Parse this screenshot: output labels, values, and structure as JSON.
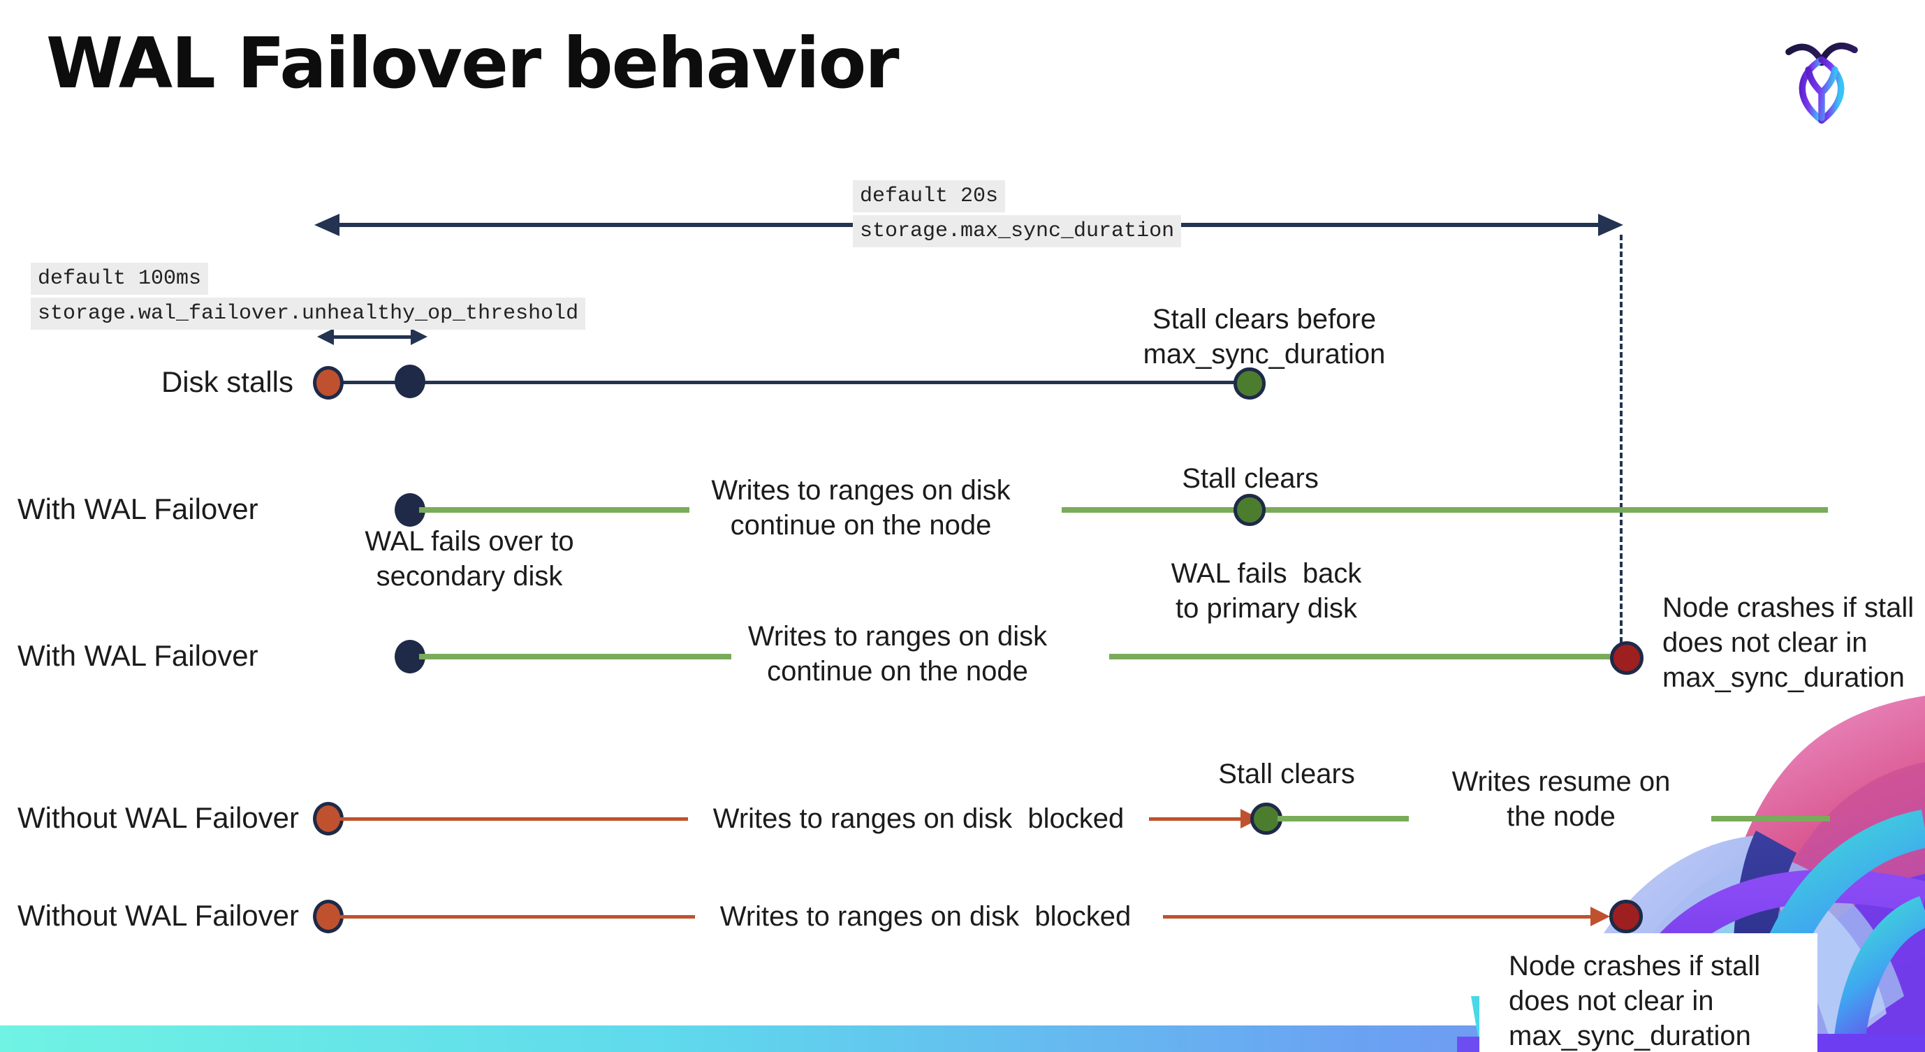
{
  "slide": {
    "title": "WAL Failover behavior"
  },
  "icons": {
    "logo": "cockroachdb-logo"
  },
  "colors": {
    "navy": "#233351",
    "navy_dot": "#1e2a47",
    "red": "#c0512e",
    "dark_red": "#9e1f1f",
    "green_line": "#7aab5a",
    "green_dot": "#4c7d2e",
    "chip_bg": "#ececec",
    "bar_gradient_left": "#6ff3e3",
    "bar_gradient_right": "#7b86f4"
  },
  "callouts": {
    "max_sync_duration": {
      "default_label": "default 20s",
      "setting": "storage.max_sync_duration"
    },
    "unhealthy_op_threshold": {
      "default_label": "default 100ms",
      "setting": "storage.wal_failover.unhealthy_op_threshold"
    }
  },
  "rows": {
    "disk_stalls": {
      "label": "Disk stalls",
      "stall_clears": "Stall clears before\nmax_sync_duration"
    },
    "with_failover_1": {
      "label": "With WAL Failover",
      "failover": "WAL fails over to\nsecondary disk",
      "writes": "Writes to ranges on disk\ncontinue on the node",
      "stall_clears": "Stall clears",
      "failback": "WAL fails  back\nto primary disk"
    },
    "with_failover_2": {
      "label": "With WAL Failover",
      "writes": "Writes to ranges on disk\ncontinue on the node",
      "crash": "Node crashes if stall\ndoes not clear in\nmax_sync_duration"
    },
    "without_failover_1": {
      "label": "Without WAL Failover",
      "blocked": "Writes to ranges on disk  blocked",
      "stall_clears": "Stall clears",
      "resume": "Writes resume on\nthe node"
    },
    "without_failover_2": {
      "label": "Without WAL Failover",
      "blocked": "Writes to ranges on disk  blocked",
      "crash": "Node crashes if stall\ndoes not clear in\nmax_sync_duration"
    }
  }
}
